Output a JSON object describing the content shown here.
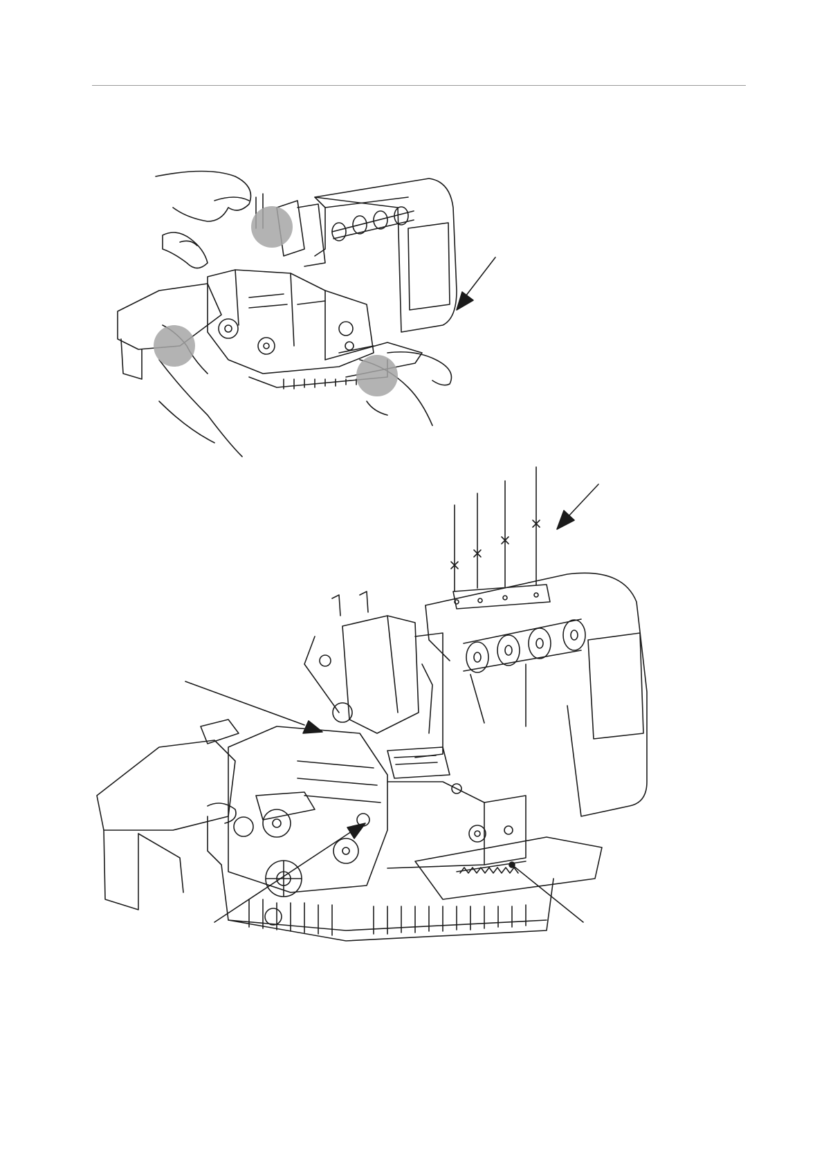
{
  "document": {
    "type": "manual-illustration",
    "figures": [
      {
        "id": "fig-top",
        "subject": "overlock-sewing-machine-with-hands",
        "highlight_markers": 3,
        "arrows": 1
      },
      {
        "id": "fig-bottom",
        "subject": "overlock-sewing-machine-threaded",
        "thread_lines": 4,
        "arrows": 3,
        "leader_lines": 3
      }
    ],
    "colors": {
      "line": "#1a1a1a",
      "highlight": "#a6a6a6",
      "rule": "#999999"
    }
  }
}
